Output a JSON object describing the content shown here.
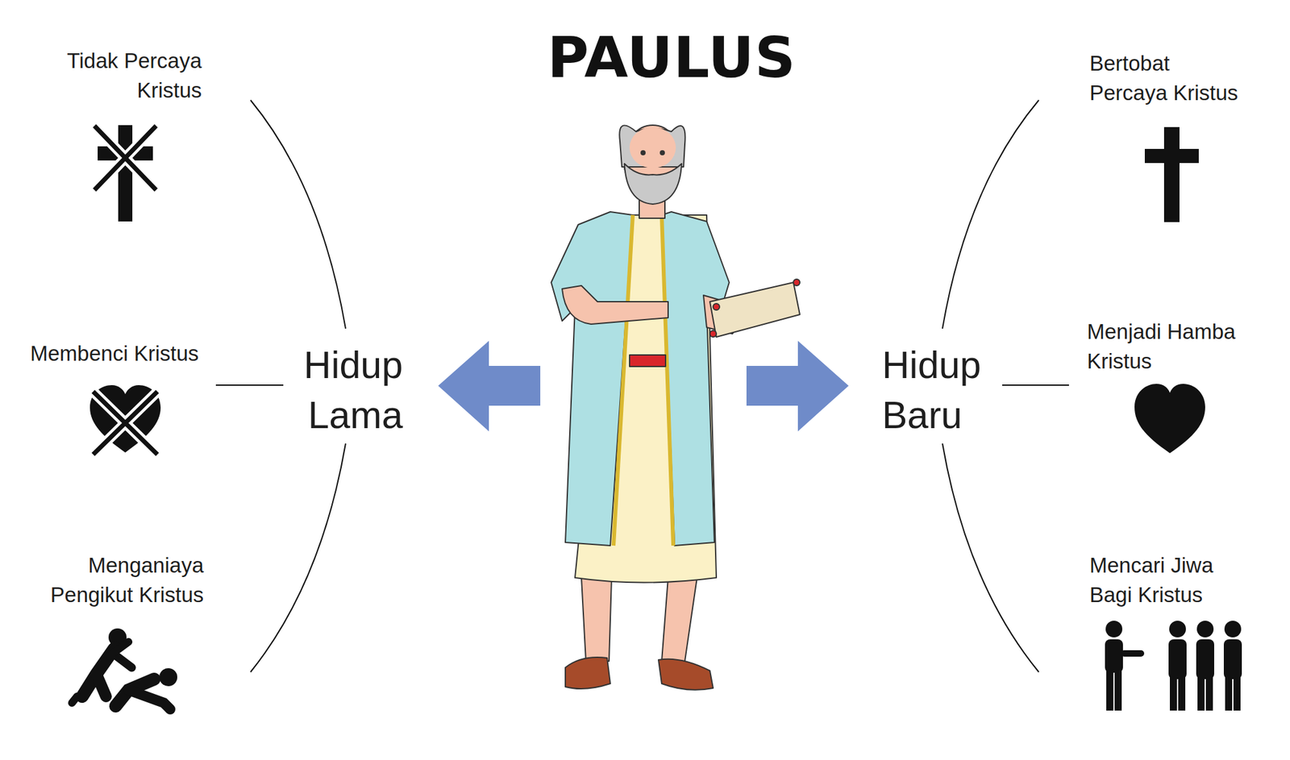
{
  "diagram": {
    "title": "PAULUS",
    "labels": [
      "Tidak Percaya Kristus",
      "Membenci Kristus",
      "Menganiaya Pengikut Kristus",
      "Hidup Lama",
      "Bertobat Percaya Kristus",
      "Menjadi Hamba Kristus",
      "Mencari Jiwa Bagi Kristus",
      "Hidup Baru"
    ]
  }
}
